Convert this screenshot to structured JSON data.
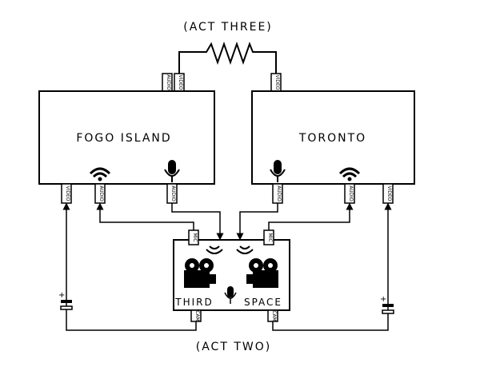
{
  "act_three": "(ACT THREE)",
  "act_two": "(ACT TWO)",
  "nodes": {
    "fogo": "FOGO ISLAND",
    "toronto": "TORONTO",
    "third": "THIRD",
    "space": "SPACE"
  },
  "ports": {
    "video": "VIDEO",
    "audio": "AUDIO",
    "mic": "MIC",
    "cam": "CAM"
  }
}
